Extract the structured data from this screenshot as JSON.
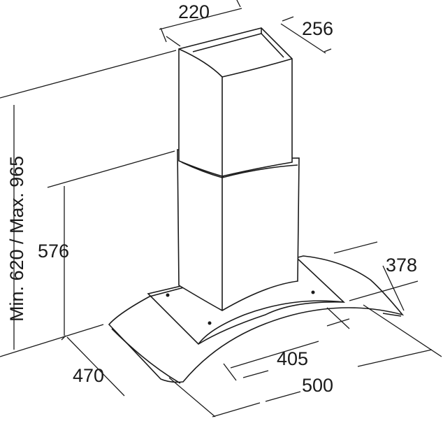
{
  "dimensions": {
    "chimney_width": "220",
    "chimney_depth": "256",
    "height_range": "Min. 620 / Max. 965",
    "lower_height": "576",
    "canopy_depth": "378",
    "glass_width": "405",
    "canopy_width": "500",
    "overall_depth": "470"
  }
}
